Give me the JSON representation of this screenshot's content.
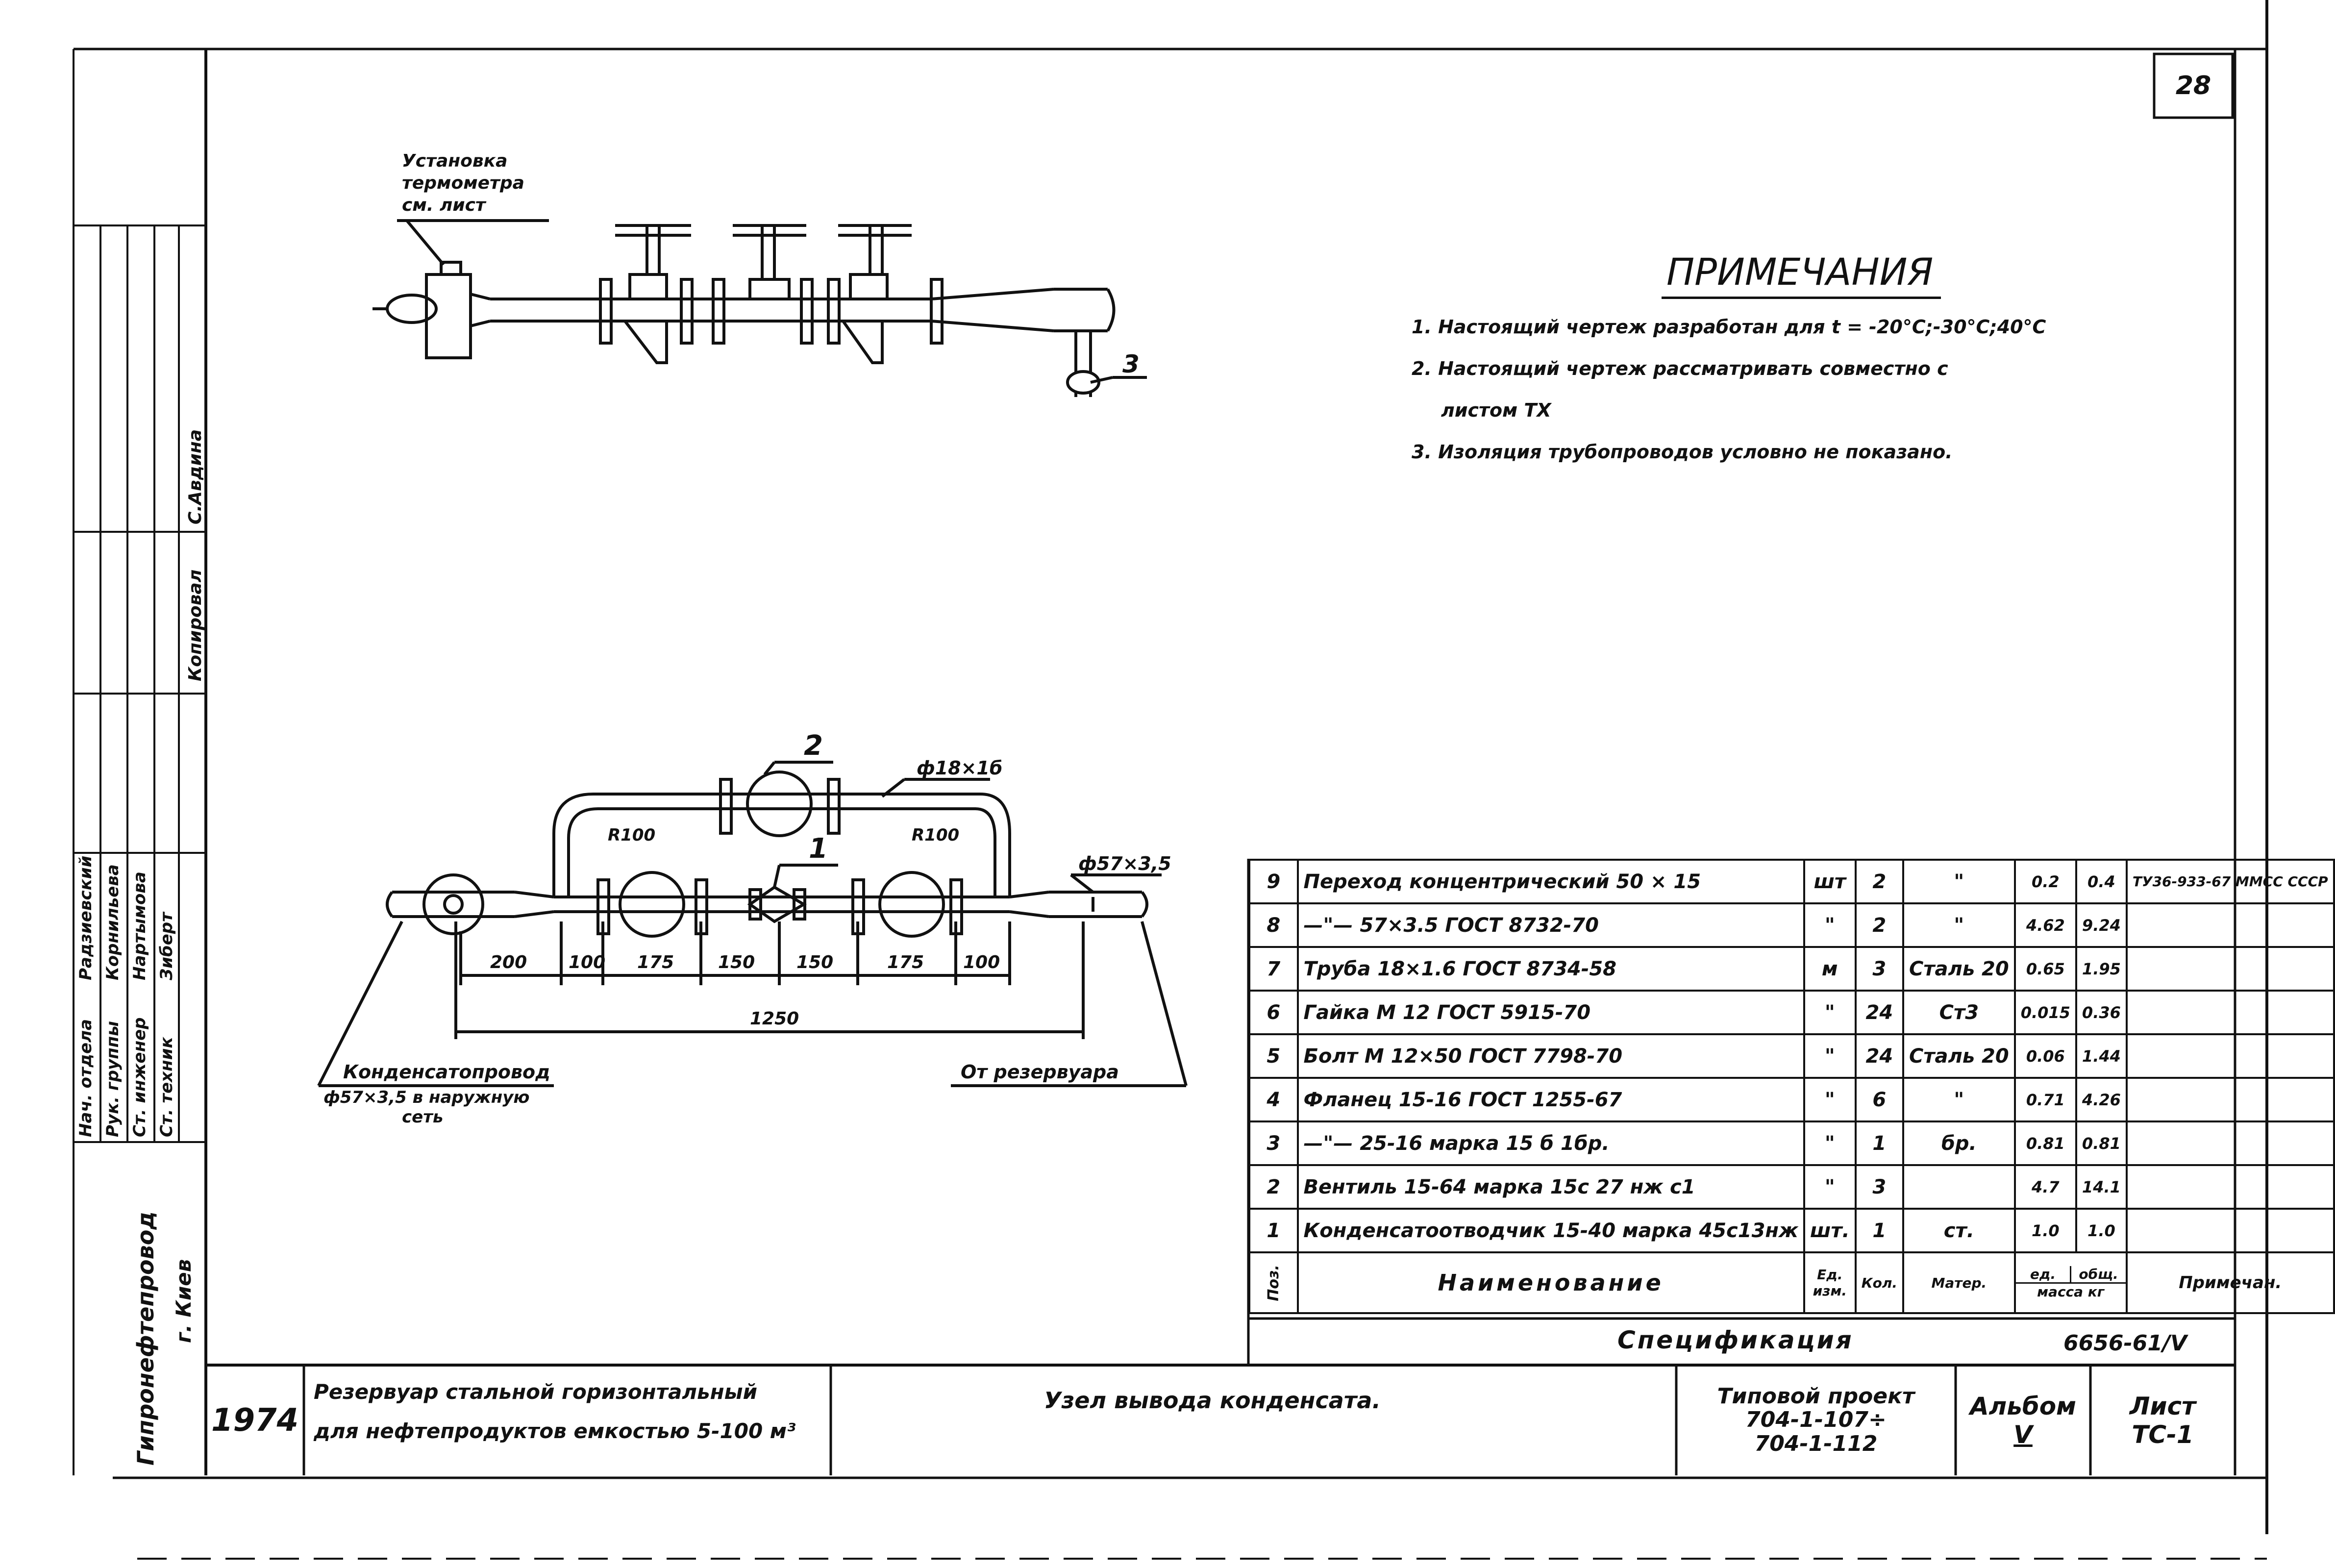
{
  "sheet_number": "28",
  "notes": {
    "title": "ПРИМЕЧАНИЯ",
    "items": [
      "1. Настоящий  чертеж  разработан  для  t = -20°C;-30°C;40°C",
      "2. Настоящий  чертеж  рассматривать  совместно с",
      "листом  ТХ",
      "3. Изоляция  трубопроводов  условно не показано."
    ]
  },
  "top_view": {
    "thermo_label_1": "Установка",
    "thermo_label_2": "термометра",
    "thermo_label_3": "см. лист",
    "callout_3": "3"
  },
  "plan_view": {
    "callout_2": "2",
    "callout_1": "1",
    "pipe_top": "ф18×1б",
    "pipe_main": "ф57×3,5",
    "radius_left": "R100",
    "radius_right": "R100",
    "dims": [
      "200",
      "100",
      "175",
      "150",
      "150",
      "175",
      "100"
    ],
    "overall": "1250",
    "left_label_1": "Конденсатопровод",
    "left_label_2": "ф57×3,5 в наружную",
    "left_label_3": "сеть",
    "right_label": "От резервуара"
  },
  "spec": {
    "rows": [
      {
        "pos": "9",
        "name": "Переход  концентрический  50 × 15",
        "unit": "шт",
        "qty": "2",
        "mat": "\"",
        "m1": "0.2",
        "m2": "0.4",
        "note": "ТУ36-933-67 ММСС СССР"
      },
      {
        "pos": "8",
        "name": "—\"—  57×3.5   ГОСТ  8732-70",
        "unit": "\"",
        "qty": "2",
        "mat": "\"",
        "m1": "4.62",
        "m2": "9.24",
        "note": ""
      },
      {
        "pos": "7",
        "name": "Труба  18×1.6   ГОСТ  8734-58",
        "unit": "м",
        "qty": "3",
        "mat": "Сталь 20",
        "m1": "0.65",
        "m2": "1.95",
        "note": ""
      },
      {
        "pos": "6",
        "name": "Гайка  М 12   ГОСТ  5915-70",
        "unit": "\"",
        "qty": "24",
        "mat": "Ст3",
        "m1": "0.015",
        "m2": "0.36",
        "note": ""
      },
      {
        "pos": "5",
        "name": "Болт  М 12×50   ГОСТ  7798-70",
        "unit": "\"",
        "qty": "24",
        "mat": "Сталь 20",
        "m1": "0.06",
        "m2": "1.44",
        "note": ""
      },
      {
        "pos": "4",
        "name": "Фланец  15-16   ГОСТ  1255-67",
        "unit": "\"",
        "qty": "6",
        "mat": "\"",
        "m1": "0.71",
        "m2": "4.26",
        "note": ""
      },
      {
        "pos": "3",
        "name": "—\"—   25-16  марка  15 б 1бр.",
        "unit": "\"",
        "qty": "1",
        "mat": "бр.",
        "m1": "0.81",
        "m2": "0.81",
        "note": ""
      },
      {
        "pos": "2",
        "name": "Вентиль  15-64  марка  15с 27 нж с1",
        "unit": "\"",
        "qty": "3",
        "mat": "",
        "m1": "4.7",
        "m2": "14.1",
        "note": ""
      },
      {
        "pos": "1",
        "name": "Конденсатоотводчик 15-40 марка 45с13нж",
        "unit": "шт.",
        "qty": "1",
        "mat": "ст.",
        "m1": "1.0",
        "m2": "1.0",
        "note": ""
      }
    ],
    "head": {
      "pos": "Поз.",
      "name": "Наименование",
      "unit_1": "Ед.",
      "unit_2": "изм.",
      "qty": "Кол.",
      "mat": "Матер.",
      "mass_1": "ед.",
      "mass_2": "общ.",
      "mass_3": "масса кг",
      "note": "Примечан."
    },
    "caption": "Спецификация",
    "code": "6656-61/V"
  },
  "titleblock": {
    "year": "1974",
    "desc_1": "Резервуар стальной горизонтальный",
    "desc_2": "для нефтепродуктов емкостью 5-100 м³",
    "drawing_title": "Узел вывода конденсата.",
    "project_1": "Типовой проект",
    "project_2": "704-1-107÷",
    "project_3": "704-1-112",
    "album_label": "Альбом",
    "album_value": "V",
    "sheet_label": "Лист",
    "sheet_value": "ТС-1"
  },
  "side_stamp": {
    "org": "Гипронефтепровод",
    "city": "г. Киев",
    "copied": "Копировал",
    "copier": "С.Авдина",
    "roles": [
      "Нач. отдела",
      "Рук. группы",
      "Ст. инженер",
      "Ст. техник"
    ],
    "names": [
      "Радзиевский",
      "Корнильева",
      "Нартымова",
      "Зиберт"
    ]
  }
}
